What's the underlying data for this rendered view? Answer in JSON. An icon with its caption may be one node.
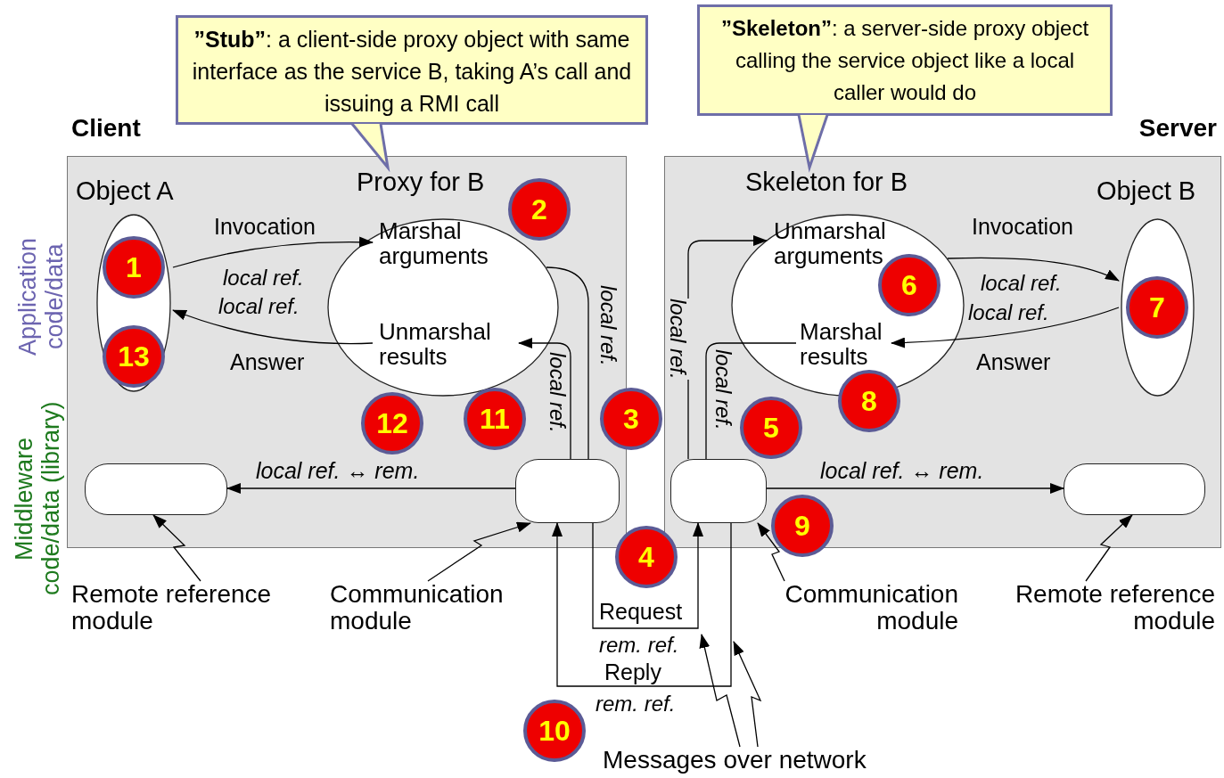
{
  "diagram": {
    "nodes": [
      {
        "text": [
          "**”Stub”**: a client-side proxy object with same interface as the service B, taking A’s call and issuing a RMI call"
        ]
      },
      {
        "text": [
          "**”Skeleton”**: a server-side proxy object calling the service object like a local caller would do"
        ]
      },
      {
        "text": [
          "Client"
        ]
      },
      {
        "text": [
          "Object A"
        ],
        "in": 2
      },
      {
        "text": [
          "Proxy for B",
          "Marshal arguments",
          "Unmarshal results"
        ],
        "in": 2
      },
      {
        "text": [],
        "shape": "box",
        "in": 2
      },
      {
        "text": [],
        "shape": "box",
        "in": 2
      },
      {
        "text": [
          "Server"
        ]
      },
      {
        "text": [
          "Skeleton for B",
          "Unmarshal arguments",
          "Marshal results"
        ],
        "in": 7
      },
      {
        "text": [
          "Object B"
        ],
        "in": 7
      },
      {
        "text": [],
        "shape": "box",
        "in": 7
      },
      {
        "text": [],
        "shape": "box",
        "in": 7
      },
      {
        "text": [
          "Remote reference module"
        ]
      },
      {
        "text": [
          "Communication module"
        ]
      },
      {
        "text": [
          "Communication module"
        ]
      },
      {
        "text": [
          "Remote reference module"
        ]
      },
      {
        "text": [
          "Messages over network"
        ]
      },
      {
        "text": [
          "1"
        ],
        "in": 3
      },
      {
        "text": [
          "2"
        ],
        "in": 2
      },
      {
        "text": [
          "3"
        ]
      },
      {
        "text": [
          "4"
        ]
      },
      {
        "text": [
          "5"
        ],
        "in": 7
      },
      {
        "text": [
          "6"
        ],
        "in": 8
      },
      {
        "text": [
          "7"
        ],
        "in": 9
      },
      {
        "text": [
          "8"
        ],
        "in": 7
      },
      {
        "text": [
          "9"
        ]
      },
      {
        "text": [
          "10"
        ]
      },
      {
        "text": [
          "11"
        ],
        "in": 2
      },
      {
        "text": [
          "12"
        ],
        "in": 2
      },
      {
        "text": [
          "13"
        ],
        "in": 3
      }
    ],
    "edges": [
      {
        "from": 0,
        "to": 4,
        "arrow": "to",
        "color": "#6e6ea8"
      },
      {
        "from": 1,
        "to": 8,
        "arrow": "to",
        "color": "#6e6ea8"
      },
      {
        "from": 3,
        "to": 4,
        "arrow": "to",
        "label": "Invocation"
      },
      {
        "from": 4,
        "to": 6,
        "arrow": "none",
        "label": "local ref."
      },
      {
        "from": 6,
        "to": 10,
        "arrow": "to",
        "label": "Request"
      },
      {
        "from": 10,
        "to": 8,
        "arrow": "to",
        "label": "local ref."
      },
      {
        "from": 8,
        "to": 9,
        "arrow": "to",
        "label": "Invocation"
      },
      {
        "from": 9,
        "to": 8,
        "arrow": "to",
        "label": "Answer"
      },
      {
        "from": 8,
        "to": 10,
        "arrow": "none",
        "label": "local ref."
      },
      {
        "from": 10,
        "to": 6,
        "arrow": "to",
        "label": "Reply"
      },
      {
        "from": 6,
        "to": 4,
        "arrow": "to",
        "label": "local ref."
      },
      {
        "from": 4,
        "to": 3,
        "arrow": "to",
        "label": "Answer"
      },
      {
        "from": 6,
        "to": 5,
        "arrow": "to",
        "label": "local ref. ↔ rem."
      },
      {
        "from": 10,
        "to": 11,
        "arrow": "to",
        "label": "local ref. ↔ rem."
      },
      {
        "from": 12,
        "to": 5,
        "arrow": "to"
      },
      {
        "from": 13,
        "to": 6,
        "arrow": "to"
      },
      {
        "from": 14,
        "to": 10,
        "arrow": "to"
      },
      {
        "from": 15,
        "to": 11,
        "arrow": "to"
      },
      {
        "from": 16,
        "to": null,
        "arrow": "to"
      },
      {
        "from": 16,
        "to": null,
        "arrow": "to"
      }
    ],
    "labels": [
      "Application code/data",
      "Middleware code/data (library)",
      "local ref.",
      "local ref.",
      "rem. ref.",
      "rem. ref.",
      "local ref.",
      "local ref."
    ]
  }
}
